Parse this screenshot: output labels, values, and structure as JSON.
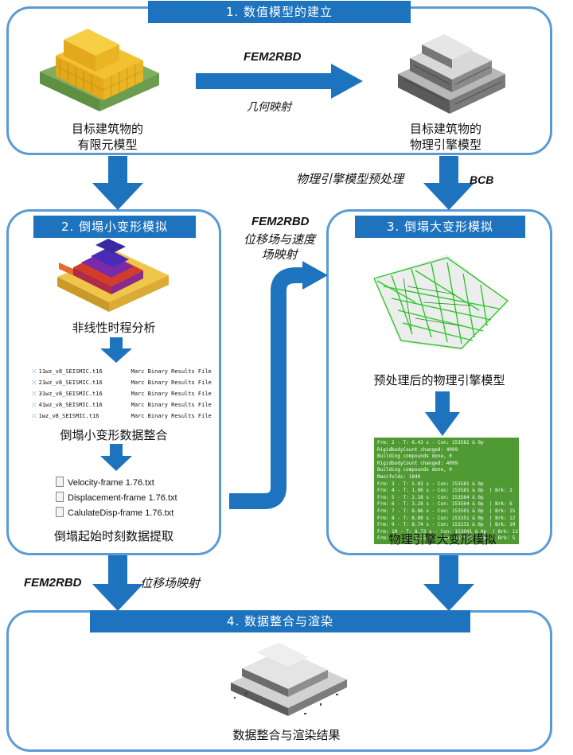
{
  "colors": {
    "border": "#5b9bd5",
    "banner": "#1e73be",
    "arrow": "#1e73be",
    "console_bg": "#4f9a33"
  },
  "stage1": {
    "title": "1.  数值模型的建立",
    "fe_caption_line1": "目标建筑物的",
    "fe_caption_line2": "有限元模型",
    "pe_caption_line1": "目标建筑物的",
    "pe_caption_line2": "物理引擎模型",
    "arrow_top_label": "FEM2RBD",
    "arrow_bottom_label": "几何映射"
  },
  "between_1_3": {
    "label_italic": "物理引擎模型预处理",
    "label_bold": "BCB"
  },
  "stage2": {
    "title": "2.   倒塌小变形模拟",
    "caption_analysis": "非线性时程分析",
    "result_files": [
      {
        "name": "11wz_v8_SEISMIC.t16",
        "type": "Marc Binary Results File"
      },
      {
        "name": "21wz_v8_SEISMIC.t16",
        "type": "Marc Binary Results File"
      },
      {
        "name": "31wz_v8_SEISMIC.t16",
        "type": "Marc Binary Results File"
      },
      {
        "name": "41wz_v8_SEISMIC.t16",
        "type": "Marc Binary Results File"
      },
      {
        "name": "1wz_v8_SEISMIC.t16",
        "type": "Marc Binary Results File"
      }
    ],
    "caption_integration": "倒塌小变形数据整合",
    "txt_files": [
      "Velocity-frame 1.76.txt",
      "Displacement-frame 1.76.txt",
      "CalulateDisp-frame 1.76.txt"
    ],
    "caption_extraction": "倒塌起始时刻数据提取"
  },
  "between_2_3": {
    "label_bold": "FEM2RBD",
    "label_line1": "位移场与速度",
    "label_line2": "场映射"
  },
  "stage3": {
    "title": "3.   倒塌大变形模拟",
    "caption_preprocessed": "预处理后的物理引擎模型",
    "console_lines": [
      "Frm: 2 - T: 6.43 s - Con: 153581 & 0p",
      "RigidbodyCount changed: 4099",
      "Building compounds done, 0",
      "RigidbodyCount changed: 4099",
      "Building compounds done, 0",
      "Manifolds: 1840",
      "Frm: 3 - T: 5.03 s - Con: 153581 & 0p",
      "Frm: 4 - T: 1.96 s - Con: 153581 & 0p  | Brk: 2",
      "Frm: 5 - T: 2.18 s - Con: 153564 & 0p",
      "Frm: 6 - T: 3.28 s - Con: 153564 & 0p  | Brk: 6",
      "Frm: 7 - T: 8.86 s - Con: 153501 & 0p  | Brk: 15",
      "Frm: 8 - T: 8.80 s - Con: 153351 & 0p  | Brk: 12",
      "Frm: 9 - T: 8.74 s - Con: 153231 & 0p  | Brk: 19",
      "Frm: 10 - T: 8.73 s - Con: 153041 & 0p  | Brk: 12",
      "Frm: 11 - T: 8.72 s - Con: 152921 & 0p  | Brk: 5"
    ],
    "caption_large": "物理引擎大变形模拟"
  },
  "between_2_4": {
    "label_bold": "FEM2RBD",
    "label_italic": "位移场映射"
  },
  "stage4": {
    "title": "4.  数据整合与渲染",
    "caption": "数据整合与渲染结果"
  }
}
